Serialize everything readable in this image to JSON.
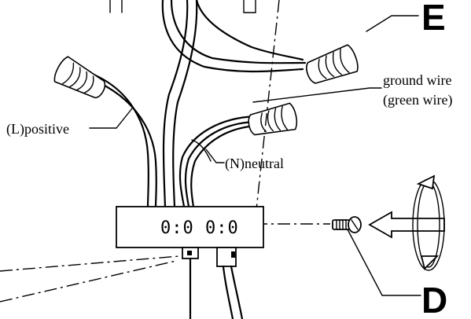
{
  "labels": {
    "letter_e": "E",
    "letter_d": "D",
    "ground_line1": "ground wire",
    "ground_line2": "(green wire)",
    "positive": "(L)positive",
    "neutral": "(N)neutral",
    "display": "0:0 0:0"
  },
  "icons": {
    "screw": "screw-icon",
    "arrow": "arrow-left-icon",
    "rotate": "rotate-icon"
  }
}
